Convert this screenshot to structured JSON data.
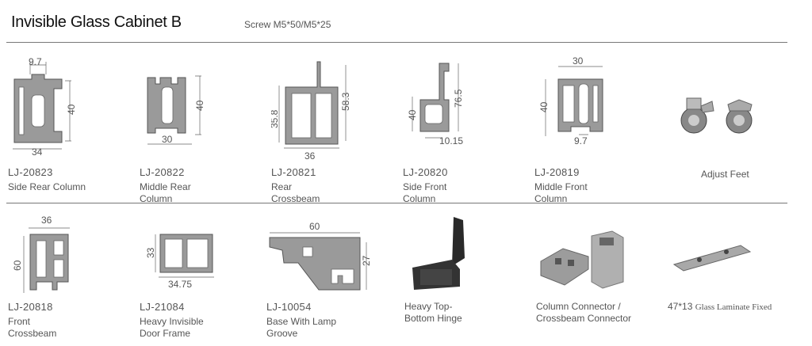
{
  "header": {
    "title": "Invisible Glass Cabinet B",
    "screw": "Screw  M5*50/M5*25"
  },
  "row1": [
    {
      "code": "LJ-20823",
      "name1": "Side Rear Column",
      "name2": "",
      "dims": [
        "9.7",
        "40",
        "34"
      ]
    },
    {
      "code": "LJ-20822",
      "name1": "Middle Rear",
      "name2": "Column",
      "dims": [
        "40",
        "30"
      ]
    },
    {
      "code": "LJ-20821",
      "name1": "Rear",
      "name2": "Crossbeam",
      "dims": [
        "35.8",
        "58.3",
        "36"
      ]
    },
    {
      "code": "LJ-20820",
      "name1": "Side Front",
      "name2": "Column",
      "dims": [
        "40",
        "76.5",
        "10.15"
      ]
    },
    {
      "code": "LJ-20819",
      "name1": "Middle Front",
      "name2": "Column",
      "dims": [
        "30",
        "40",
        "9.7"
      ]
    },
    {
      "code": "",
      "name1": "Adjust Feet",
      "name2": ""
    }
  ],
  "row2": [
    {
      "code": "LJ-20818",
      "name1": "Front",
      "name2": "Crossbeam",
      "dims": [
        "36",
        "60"
      ]
    },
    {
      "code": "LJ-21084",
      "name1": "Heavy Invisible",
      "name2": "Door Frame",
      "dims": [
        "33",
        "34.75"
      ]
    },
    {
      "code": "LJ-10054",
      "name1": "Base With Lamp",
      "name2": "Groove",
      "dims": [
        "60",
        "27"
      ]
    },
    {
      "code": "",
      "name1": "Heavy Top-",
      "name2": "Bottom Hinge"
    },
    {
      "code": "",
      "name1": "Column Connector /",
      "name2": "Crossbeam Connector"
    },
    {
      "code": "",
      "name1": "47*13",
      "name2": "Glass Laminate Fixed"
    }
  ]
}
